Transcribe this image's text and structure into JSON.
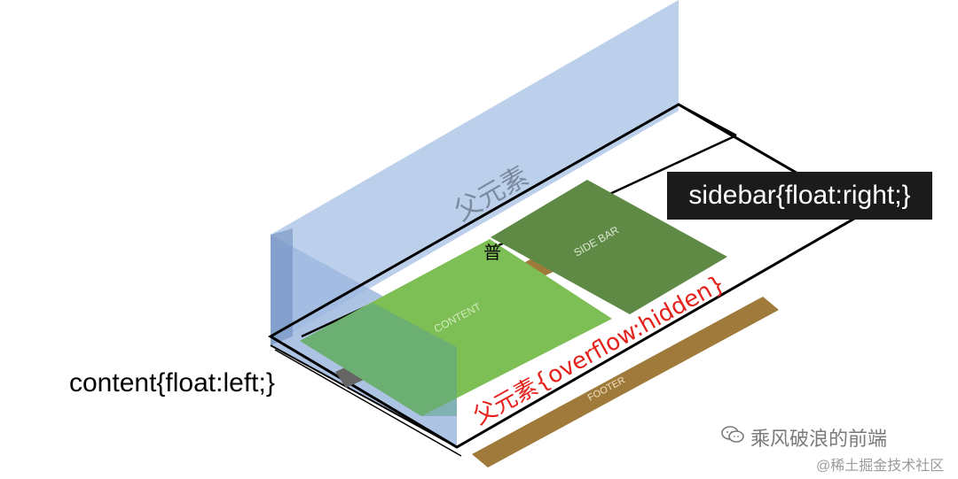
{
  "diagram": {
    "parent_box_label": "父元素",
    "sidebar_block_label": "SIDE BAR",
    "content_block_label": "CONTENT",
    "footer_label": "FOOTER",
    "overflow_label": "父元素{overflow:hidden}",
    "partial_label": "普",
    "sidebar_annotation": "sidebar{float:right;}",
    "content_annotation": "content{float:left;}"
  },
  "watermark": {
    "main": "乘风破浪的前端",
    "sub": "@稀土掘金技术社区",
    "icon": "wechat-icon"
  },
  "colors": {
    "parent_blue": "#b9cdea",
    "parent_blue_dark": "#6f8fbf",
    "content_green": "#7dbf55",
    "sidebar_green": "#5f8a46",
    "footer_brown": "#a07a3a",
    "overflow_red": "#e5211b",
    "annotation_bg": "#1b1b1b"
  }
}
